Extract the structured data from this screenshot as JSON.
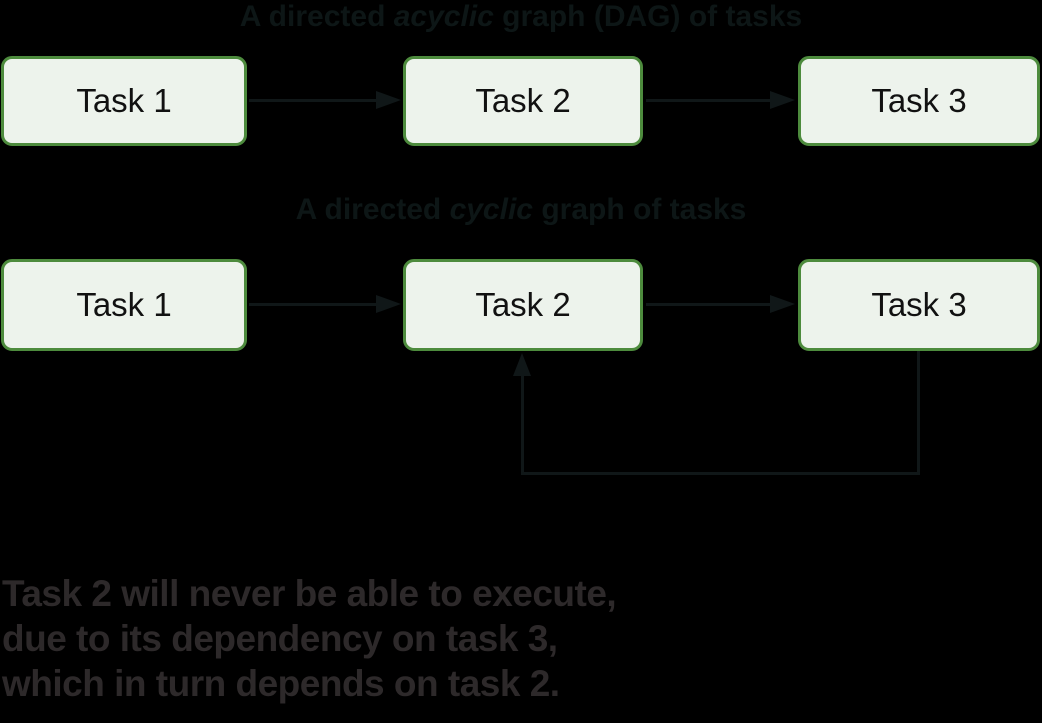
{
  "colors": {
    "background": "#000000",
    "node_fill": "#edf3ec",
    "node_border": "#4d8b3d",
    "node_text": "#111111",
    "section_title_text": "#0d1616",
    "arrow": "#101718",
    "caption_text": "#2d292a"
  },
  "dag": {
    "title": {
      "prefix": "A directed ",
      "italic": "acyclic",
      "suffix": " graph (DAG) of tasks"
    },
    "nodes": [
      "Task 1",
      "Task 2",
      "Task 3"
    ]
  },
  "cyclic": {
    "title": {
      "prefix": "A directed ",
      "italic": "cyclic",
      "suffix": " graph of tasks"
    },
    "nodes": [
      "Task 1",
      "Task 2",
      "Task 3"
    ]
  },
  "caption": {
    "lines": [
      "Task 2 will never be able to execute,",
      "due to its dependency on task 3,",
      "which in turn depends on task 2."
    ]
  }
}
